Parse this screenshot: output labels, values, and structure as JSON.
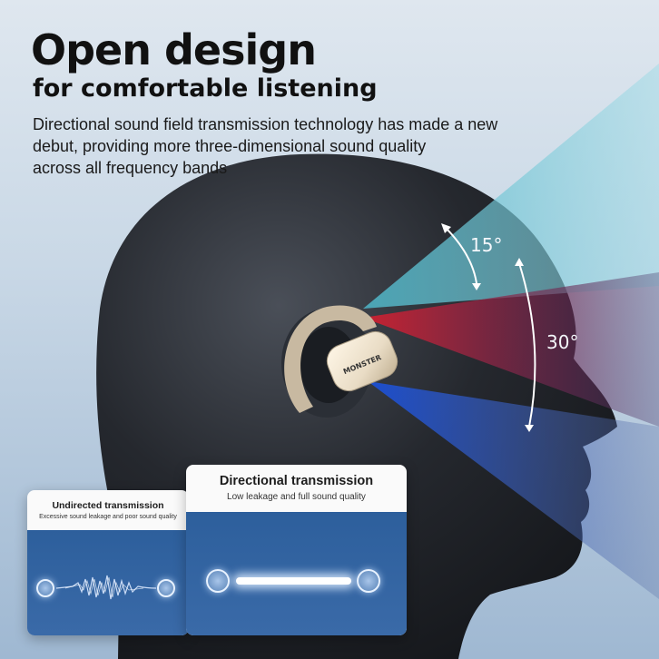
{
  "header": {
    "title": "Open design",
    "subtitle": "for comfortable listening",
    "description_lines": [
      "Directional sound field transmission technology has made a new",
      "debut, providing more three-dimensional sound quality",
      "across all frequency bands"
    ]
  },
  "angles": {
    "small": "15°",
    "large": "30°"
  },
  "earbud": {
    "brand": "MONSTER"
  },
  "cards": {
    "undirected": {
      "title": "Undirected transmission",
      "subtitle": "Excessive sound leakage and poor sound quality"
    },
    "directional": {
      "title": "Directional transmission",
      "subtitle": "Low leakage and full sound quality"
    }
  },
  "colors": {
    "beam_cyan": "#6fc6d8",
    "beam_red": "#c4223a",
    "beam_blue": "#1f53c9",
    "panel_blue": "#2f609e",
    "head": "#1d2026"
  }
}
